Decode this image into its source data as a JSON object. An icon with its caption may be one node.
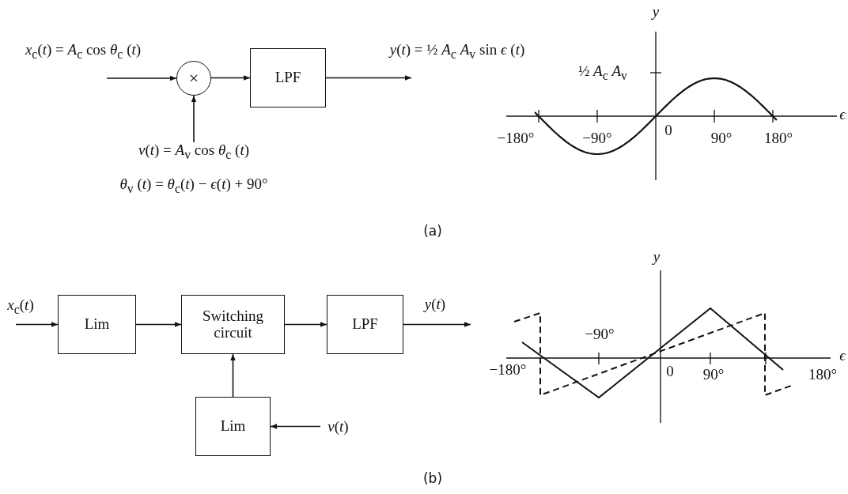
{
  "diagram": {
    "nodes": [
      {
        "text": [
          "×"
        ]
      },
      {
        "text": [
          "LPF"
        ]
      },
      {
        "text": [
          "*v*(*t*) = *A*$_{v}$ cos *θ*$_{c}$ (*t*)"
        ]
      },
      {
        "text": [
          "Lim"
        ]
      },
      {
        "text": [
          "Switching circuit"
        ]
      },
      {
        "text": [
          "LPF"
        ]
      },
      {
        "text": [
          "Lim"
        ]
      },
      {
        "text": [
          "*v*(*t*)"
        ]
      }
    ],
    "edges": [
      {
        "from": null,
        "to": 0,
        "arrow": "to",
        "label": "*x*$_{c}$(*t*) = *A*$_{c}$ cos *θ*$_{c}$ (*t*)"
      },
      {
        "from": 0,
        "to": 1,
        "arrow": "to"
      },
      {
        "from": 1,
        "to": null,
        "arrow": "to",
        "label": "*y*(*t*) = ½ *A*$_{c}$ *A*$_{v}$  sin *ϵ* (*t*)"
      },
      {
        "from": 2,
        "to": 0,
        "arrow": "to"
      },
      {
        "from": null,
        "to": 3,
        "arrow": "to",
        "label": "*x*$_{c}$(*t*)"
      },
      {
        "from": 3,
        "to": 4,
        "arrow": "to"
      },
      {
        "from": 4,
        "to": 5,
        "arrow": "to"
      },
      {
        "from": 5,
        "to": null,
        "arrow": "to",
        "label": "*y*(*t*)"
      },
      {
        "from": 7,
        "to": 6,
        "arrow": "to"
      },
      {
        "from": 6,
        "to": 4,
        "arrow": "to"
      }
    ],
    "labels": [
      "y",
      "½ *A*$_{c}$ *A*$_{v}$",
      "ϵ",
      "−180°",
      "−90°",
      "0",
      "90°",
      "180°",
      "*θ*$_{v}$ (*t*) = *θ*$_{c}$(*t*) − *ϵ*(*t*) + 90°",
      "(a)",
      "y",
      "−90°",
      "ϵ",
      "−180°",
      "0",
      "90°",
      "180°",
      "(b)"
    ]
  }
}
